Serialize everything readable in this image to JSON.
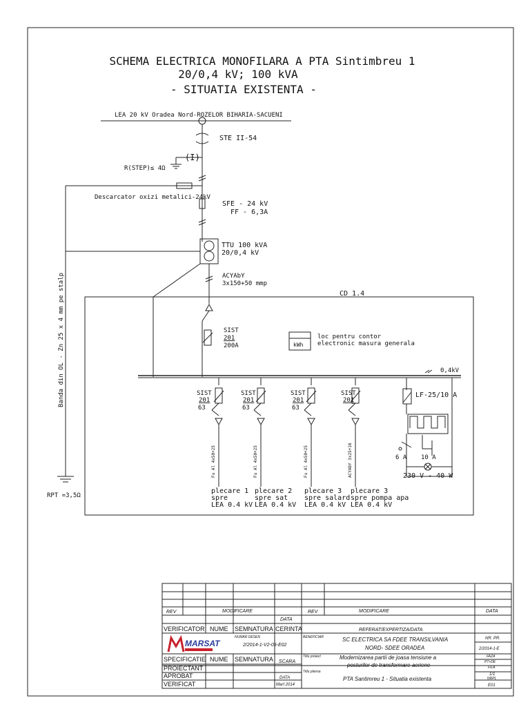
{
  "title": {
    "line1": "SCHEMA  ELECTRICA MONOFILARA A PTA Sintimbreu 1",
    "line2": "20/0,4 kV; 100 kVA",
    "line3": "- SITUATIA EXISTENTA -"
  },
  "diagram": {
    "lea_label": "LEA 20 kV Oradea Nord-ROZELOR BIHARIA-SACUENI",
    "ste_label": "STE II-54",
    "ground_r_label": "R(STEP)≤ 4Ω",
    "i_label": "(I)",
    "descarcator_label": "Descarcator oxizi metalici-24kV",
    "sfe_line1": "SFE  - 24 kV",
    "sfe_line2": "FF   - 6,3A",
    "ttu_line1": "TTU  100 kVA",
    "ttu_line2": "20/0,4 kV",
    "cable_line1": "ACYAbY",
    "cable_line2": "3x150+50 mmp",
    "cd_label": "CD 1.4",
    "main_sist": "SIST",
    "main_sist_num": "201",
    "main_sist_amp": "200A",
    "meter_box": "kWh",
    "meter_line1": "loc pentru contor",
    "meter_line2": "electronic masura generala",
    "bus_voltage": "0,4kV",
    "banda_label": "Banda din OL - Zn 25 x 4 mm pe stalp",
    "rpt_label": "RPT =3,5Ω",
    "lf_label": "LF-25/10 A",
    "fuse_6a": "6 A",
    "fuse_10a": "10 A",
    "lamp_label": "230 V - 40 W",
    "feeders": [
      {
        "sist": "SIST",
        "num": "201",
        "amp": "63",
        "cable": "Fu Al 4x50+25",
        "l1": "plecare 1",
        "l2": "spre",
        "l3": "LEA 0.4 kV"
      },
      {
        "sist": "SIST",
        "num": "201",
        "amp": "63",
        "cable": "Fu Al 4x50+25",
        "l1": "plecare 2",
        "l2": "spre sat",
        "l3": "LEA 0.4 kV"
      },
      {
        "sist": "SIST",
        "num": "201",
        "amp": "63",
        "cable": "Fu Al 4x50+25",
        "l1": "plecare 3",
        "l2": "spre salard",
        "l3": "LEA 0.4 kV"
      },
      {
        "sist": "SIST",
        "num": "201",
        "amp": "",
        "cable": "ACYAbY 3x25+16",
        "l1": "plecare 3",
        "l2": "spre pompa apa",
        "l3": "LEA 0.4 kV"
      }
    ]
  },
  "title_block": {
    "rev": "REV",
    "modificare": "MODIFICARE",
    "data": "DATA",
    "verificator": "VERIFICATOR",
    "nume": "NUME",
    "semnatura": "SEMNATURA",
    "cerinta": "CERINTA",
    "referat": "REFERAT/EXPERTIZA/DATA",
    "logo": "MARSAT",
    "numar_desen_lbl": "NUMAR DESEN",
    "numar_desen": "2/2014-1-V2-05-E02",
    "beneficiar_lbl": "BENEFICIAR",
    "beneficiar_1": "SC ELECTRICA SA FDEE TRANSILVANIA",
    "beneficiar_2": "NORD- SDEE ORADEA",
    "nr_pr_lbl": "NR. PR.",
    "nr_pr": "2/2014-1-E",
    "specificatie": "SPECIFICATIE",
    "scara": "SCARA",
    "titlu_proiect_lbl": "Titlu proiect",
    "titlu_proiect_1": "Modernizarea partii de joasa tensiune a",
    "titlu_proiect_2": "posturilor de transformare aeriene",
    "faza_lbl": "FAZA",
    "faza": "PT+DE",
    "proiectant": "PROIECTANT",
    "aprobat": "APROBAT",
    "verificat": "VERIFICAT",
    "data_val": "Mart 2014",
    "titlu_plansa_lbl": "Titlu plansa",
    "titlu_plansa": "PTA Santimreu 1 -  Situatia existenta",
    "fila_lbl": "FILA",
    "fila": "1/1",
    "nrpl_lbl": "NRPL",
    "nrpl": "E01"
  }
}
